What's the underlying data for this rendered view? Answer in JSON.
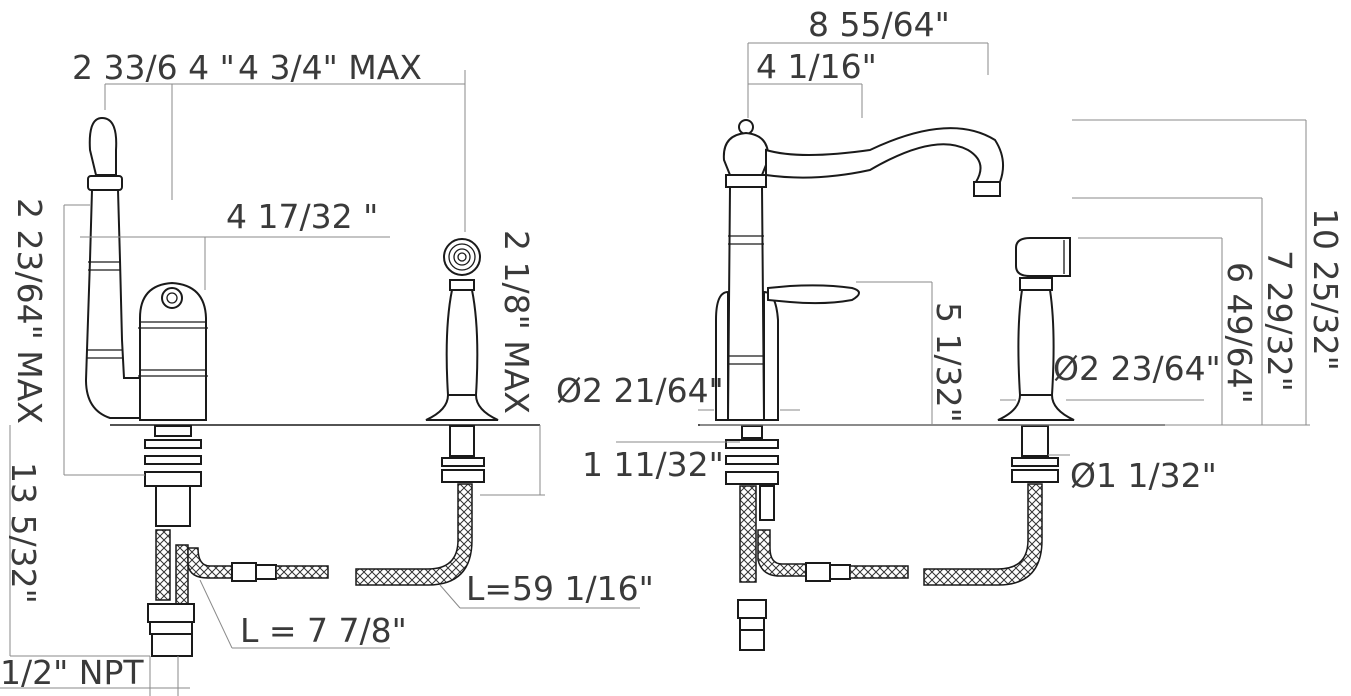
{
  "side_view": {
    "dim_spout_reach_min": "2 33/6 4 \"",
    "dim_spout_reach_max": "4 3/4\" MAX",
    "dim_handle_reach": "4 17/32 \"",
    "dim_handle_height": "2 23/64\" MAX",
    "dim_sprayer_deck_thickness": "2 1/8\" MAX",
    "dim_under_deck_length": "13 5/32\"",
    "dim_inlet_hose": "L = 7 7/8\"",
    "dim_spray_hose": "L=59 1/16\"",
    "dim_connection": "1/2\" NPT"
  },
  "front_view": {
    "dim_spout_reach": "8 55/64\"",
    "dim_spout_to_body": "4 1/16\"",
    "dim_overall_height": "10 25/32\"",
    "dim_spout_outlet_height": "7 29/32\"",
    "dim_sprayer_height": "6 49/64\"",
    "dim_handle_height": "5 1/32\"",
    "dim_base_diameter": "Ø2 21/64\"",
    "dim_sprayer_base_diameter": "Ø2 23/64\"",
    "dim_shank_diameter": "1 11/32\"",
    "dim_sprayer_shank_diameter": "Ø1 1/32\""
  }
}
